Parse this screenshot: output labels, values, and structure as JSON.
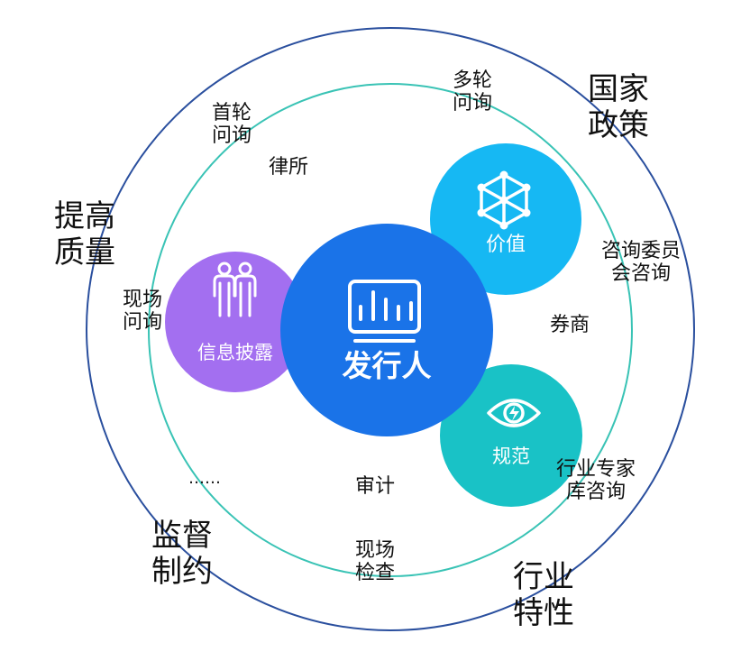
{
  "center": {
    "label": "发行人",
    "icon": "bar-chart-monitor-icon",
    "color": "#1a73e8"
  },
  "bubbles": {
    "value": {
      "label": "价值",
      "icon": "cube-network-icon",
      "color": "#16b8f3"
    },
    "disclosure": {
      "label": "信息披露",
      "icon": "people-icon",
      "color": "#a36ff0"
    },
    "norms": {
      "label": "规范",
      "icon": "eye-icon",
      "color": "#19c2c6"
    }
  },
  "rings": {
    "outer_color": "#2a4f9e",
    "inner_color": "#39c3b5"
  },
  "outer_labels": {
    "national_policy": [
      "国家",
      "政策"
    ],
    "improve_quality": [
      "提高",
      "质量"
    ],
    "supervision": [
      "监督",
      "制约"
    ],
    "industry": [
      "行业",
      "特性"
    ]
  },
  "inner_labels": {
    "first_inquiry": [
      "首轮",
      "问询"
    ],
    "multi_inquiry": [
      "多轮",
      "问询"
    ],
    "law_firm": [
      "律所"
    ],
    "onsite_inquiry": [
      "现场",
      "问询"
    ],
    "committee": [
      "咨询委员",
      "会咨询"
    ],
    "broker": [
      "券商"
    ],
    "expert_library": [
      "行业专家",
      "库咨询"
    ],
    "audit": [
      "审计"
    ],
    "onsite_check": [
      "现场",
      "检查"
    ],
    "ellipsis": [
      "……"
    ]
  }
}
